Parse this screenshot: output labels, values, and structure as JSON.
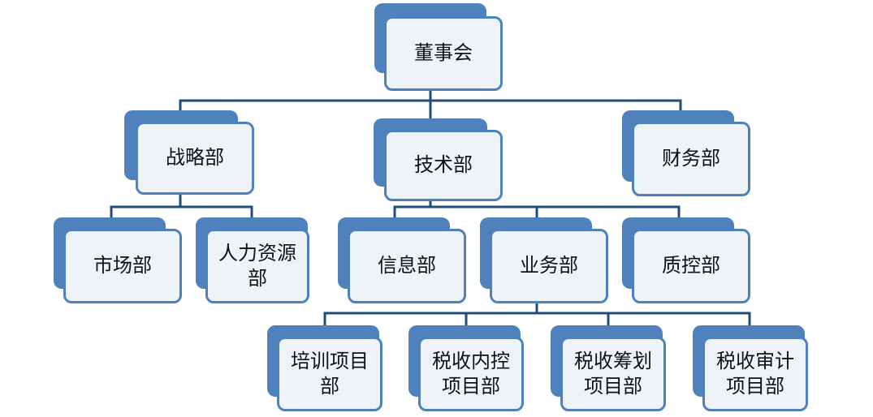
{
  "org_chart": {
    "root": {
      "label": "董事会"
    },
    "level2": [
      {
        "label": "战略部"
      },
      {
        "label": "技术部"
      },
      {
        "label": "财务部"
      }
    ],
    "level3": [
      {
        "label": "市场部"
      },
      {
        "label": "人力资源部"
      },
      {
        "label": "信息部"
      },
      {
        "label": "业务部"
      },
      {
        "label": "质控部"
      }
    ],
    "level4": [
      {
        "label": "培训项目部"
      },
      {
        "label": "税收内控项目部"
      },
      {
        "label": "税收筹划项目部"
      },
      {
        "label": "税收审计项目部"
      }
    ]
  }
}
